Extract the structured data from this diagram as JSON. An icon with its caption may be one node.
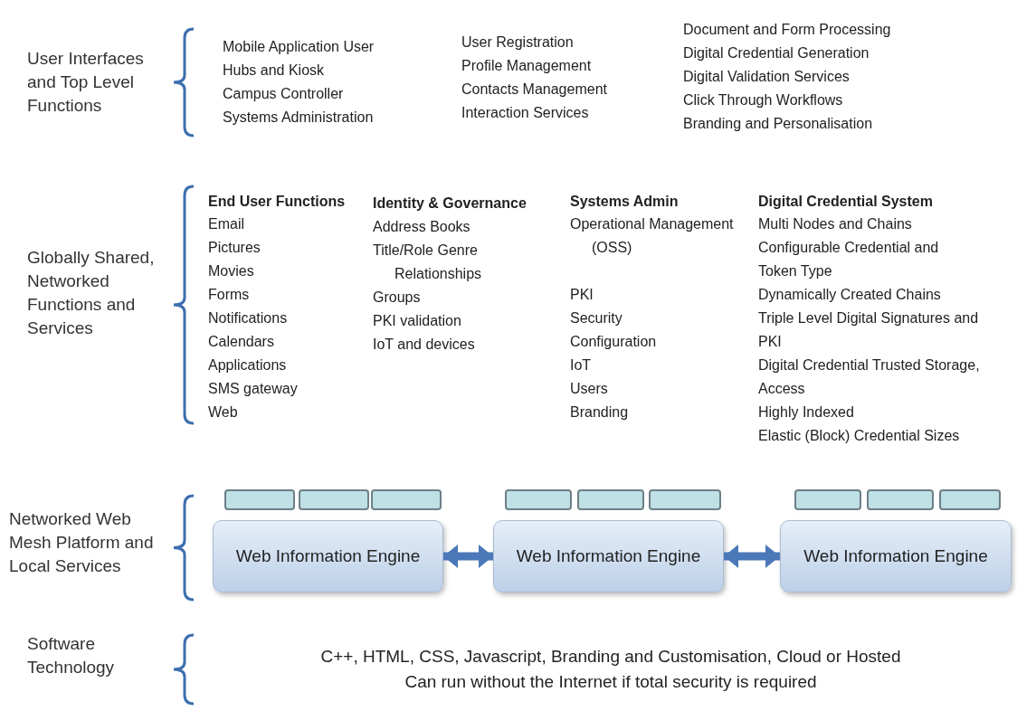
{
  "diagram": {
    "nodes": [
      {
        "text": [],
        "shape": "box"
      },
      {
        "text": [],
        "shape": "box"
      },
      {
        "text": [],
        "shape": "box"
      },
      {
        "text": [],
        "shape": "box"
      },
      {
        "text": [],
        "shape": "box"
      },
      {
        "text": [],
        "shape": "box"
      },
      {
        "text": [],
        "shape": "box"
      },
      {
        "text": [],
        "shape": "box"
      },
      {
        "text": [],
        "shape": "box"
      },
      {
        "text": [
          "Web Information Engine"
        ]
      },
      {
        "text": [
          "Web Information Engine"
        ]
      },
      {
        "text": [
          "Web Information Engine"
        ]
      }
    ],
    "edges": [
      {
        "from": 9,
        "to": 10,
        "arrow": "both"
      },
      {
        "from": 10,
        "to": 11,
        "arrow": "both"
      }
    ],
    "labels": [
      "User Interfaces and Top Level Functions",
      "Mobile Application User",
      "Hubs and Kiosk",
      "Campus Controller",
      "Systems Administration",
      "User Registration",
      "Profile Management",
      "Contacts Management",
      "Interaction Services",
      "Document and Form Processing",
      "Digital Credential Generation",
      "Digital Validation Services",
      "Click Through Workflows",
      "Branding and Personalisation",
      "Globally Shared, Networked Functions and Services",
      "End User Functions",
      "Email",
      "Pictures",
      "Movies",
      "Forms",
      "Notifications",
      "Calendars",
      "Applications",
      "SMS gateway",
      "Web",
      "Identity & Governance",
      "Address Books",
      "Title/Role Genre Relationships",
      "Groups",
      "PKI validation",
      "IoT and devices",
      "Systems Admin",
      "Operational Management (OSS)",
      "PKI",
      "Security",
      "Configuration",
      "IoT",
      "Users",
      "Branding",
      "Digital Credential System",
      "Multi Nodes and Chains",
      "Configurable Credential and Token Type",
      "Dynamically Created Chains",
      "Triple Level Digital Signatures and PKI",
      "Digital Credential Trusted Storage, Access",
      "Highly Indexed",
      "Elastic (Block) Credential Sizes",
      "Networked Web Mesh Platform and Local Services",
      "Software Technology",
      "C++, HTML, CSS, Javascript, Branding and Customisation, Cloud or Hosted",
      "Can run without the Internet if total security is required"
    ]
  }
}
